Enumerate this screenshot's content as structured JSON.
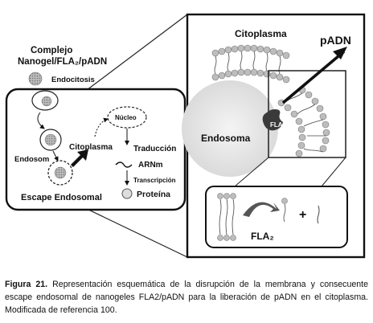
{
  "diagram": {
    "complex_label_line1": "Complejo",
    "complex_label_line2": "Nanogel/FLA₂/pADN",
    "endocytosis": "Endocitosis",
    "endosome": "Endosom",
    "cytoplasm_left": "Citoplasma",
    "nucleus": "Núcleo",
    "translation": "Traducción",
    "mrna": "ARNm",
    "transcription": "Transcripción",
    "protein": "Proteína",
    "endosomal_escape": "Escape Endosomal",
    "cytoplasm_right": "Citoplasma",
    "padn": "pADN",
    "endosoma": "Endosoma",
    "fla2_enzyme": "FLA2",
    "fla2_bottom": "FLA₂",
    "plus": "+"
  },
  "caption": {
    "label": "Figura 21.",
    "text": " Representación esquemática de la disrupción de la membrana y consecuente escape endosomal de nanogeles FLA2/pADN para la liberación de pADN en el citoplasma. Modificada de referencia 100."
  }
}
